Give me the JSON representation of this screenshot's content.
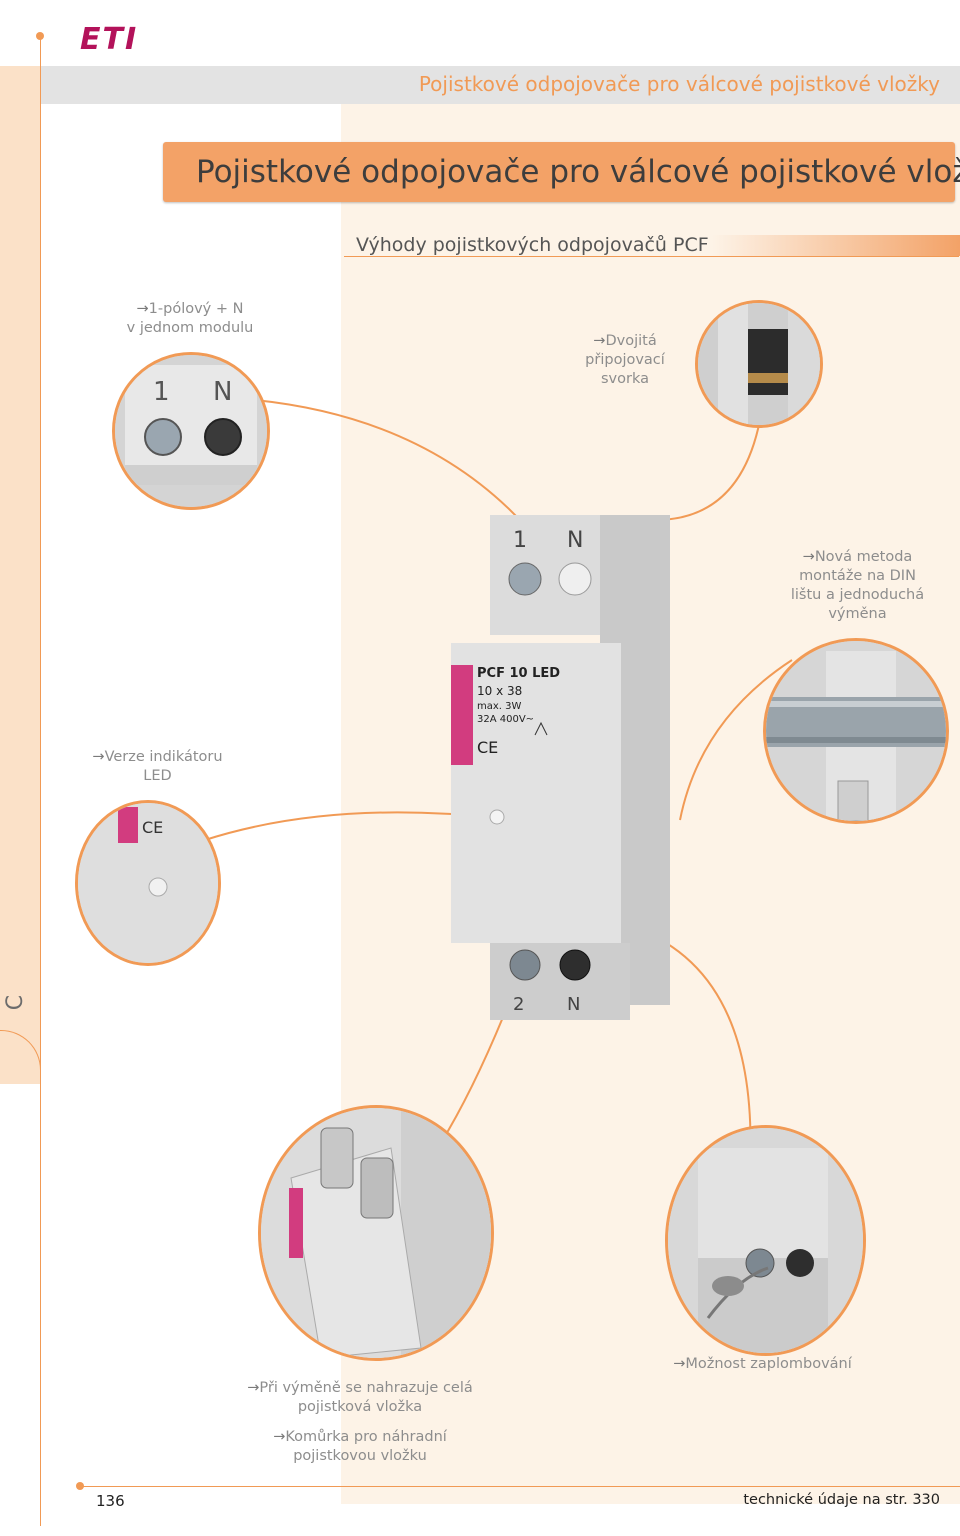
{
  "brand": {
    "logo_text": "ETI",
    "logo_color": "#b3125a",
    "accent_color": "#f19a55"
  },
  "header": {
    "running_title": "Pojistkové odpojovače  pro válcové pojistkové vložky"
  },
  "title": "Pojistkové odpojovače  pro válcové pojistkové vložky",
  "subtitle": "Výhody pojistkových odpojovačů PCF",
  "side_tab": {
    "letter": "C"
  },
  "features": {
    "pole": {
      "arrow": "→",
      "line1": "1-pólový + N",
      "line2": "v jednom modulu"
    },
    "terminal": {
      "arrow": "→",
      "line1": "Dvojitá",
      "line2": "připojovací",
      "line3": "svorka"
    },
    "mounting": {
      "arrow": "→",
      "line1": "Nová metoda",
      "line2": "montáže na DIN",
      "line3": "lištu a jednoduchá",
      "line4": "výměna"
    },
    "led": {
      "arrow": "→",
      "line1": "Verze indikátoru",
      "line2": "LED"
    },
    "replacement": {
      "arrow": "→",
      "line1": "Při výměně se nahrazuje celá",
      "line2": "pojistková vložka"
    },
    "chamber": {
      "arrow": "→",
      "line1": "Komůrka pro náhradní",
      "line2": "pojistkovou vložku"
    },
    "sealing": {
      "arrow": "→",
      "line1": "Možnost zaplombování"
    }
  },
  "product": {
    "model": "PCF 10 LED",
    "size": "10 x 38",
    "power": "max. 3W",
    "rating": "32A 400V~",
    "terminal_top_left": "1",
    "terminal_top_right": "N",
    "terminal_bottom_left": "2",
    "terminal_bottom_right": "N",
    "ce_mark": "CE"
  },
  "footer": {
    "page_number": "136",
    "reference": "technické údaje na str.  330"
  }
}
